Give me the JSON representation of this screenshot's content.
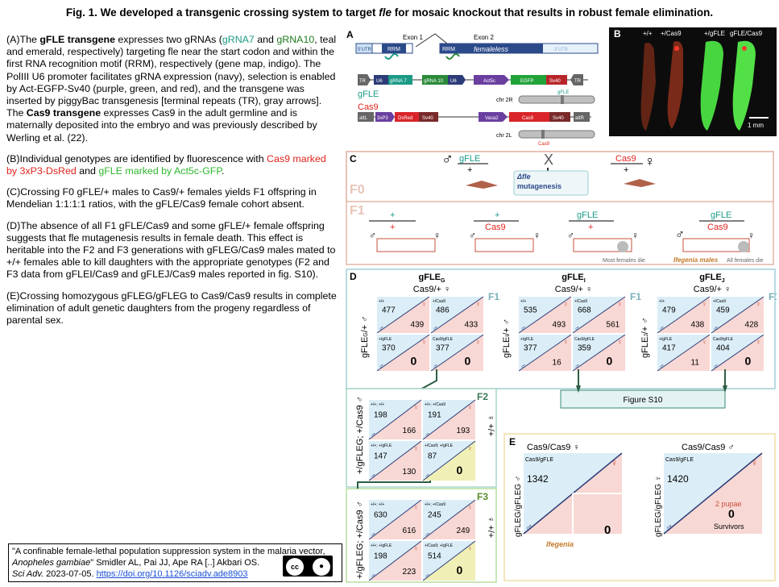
{
  "title": "Fig. 1. We developed a transgenic crossing system to target fle for mosaic knockout that results in robust female elimination.",
  "title_parts": {
    "before": "Fig. 1. We developed a transgenic crossing system to target ",
    "italic": "fle",
    "after": " for mosaic knockout that results in robust female elimination."
  },
  "legend": {
    "A": {
      "tag": "(A)",
      "t1": "The ",
      "b1": "gFLE transgene",
      "t2": " expresses two gRNAs (",
      "g1": "gRNA7",
      "t3": " and ",
      "g2": "gRNA10",
      "t4": ", teal and emerald, respectively) targeting fle near the start codon and within the first RNA recognition motif (RRM), respectively (gene map, indigo). The PolIII U6 promoter facilitates gRNA expression (navy), selection is enabled by Act-EGFP-Sv40 (purple, green, and red), and the transgene was inserted by piggyBac transgenesis [terminal repeats (TR), gray arrows]. The ",
      "b2": "Cas9 transgene",
      "t5": " expresses Cas9 in the adult germline and is maternally deposited into the embryo and was previously described by Werling et al. (22)."
    },
    "B": {
      "tag": "(B)",
      "t1": "Individual genotypes are identified by fluorescence with ",
      "r1": "Cas9 marked by 3xP3-DsRed",
      "t2": " and ",
      "g1": "gFLE marked by Act5c-GFP",
      "t3": "."
    },
    "C": {
      "tag": "(C)",
      "text": "Crossing F0 gFLE/+ males to Cas9/+ females yields F1 offspring in Mendelian 1:1:1:1 ratios, with the gFLE/Cas9 female cohort absent."
    },
    "D": {
      "tag": "(D)",
      "text": "The absence of all F1 gFLE/Cas9 and some gFLE/+ female offspring suggests that fle mutagenesis results in female death. This effect is heritable into the F2 and F3 generations with gFLEG/Cas9 males mated to +/+ females able to kill daughters with the appropriate genotypes (F2 and F3 data from gFLEI/Cas9 and gFLEJ/Cas9 males reported in fig. S10)."
    },
    "E": {
      "tag": "(E)",
      "text": "Crossing homozygous gFLEG/gFLEG to Cas9/Cas9 results in complete elimination of adult genetic daughters from the progeny regardless of parental sex."
    }
  },
  "citation": {
    "q1": "\"A confinable female-lethal population suppression system in the malaria vector, ",
    "q2": "Anopheles gambiae",
    "q3": "\" Smidler AL, Pai JJ, Ape RA [..] Akbari OS.",
    "journal": "Sci Adv.",
    "date": " 2023-07-05. ",
    "doi": "https://doi.org/10.1126/sciadv.ade8903",
    "cc": "cc",
    "by": "BY"
  },
  "panelA": {
    "label": "A",
    "exon1": "Exon 1",
    "exon2": "Exon 2",
    "utr5": "5'UTR",
    "rrm1": "RRM",
    "rrm2": "RRM",
    "gene": "femaleless",
    "utr3": "3'UTR",
    "tr": "TR",
    "u6a": "U6",
    "grna7": "gRNA 7",
    "grna10": "gRNA 10",
    "u6b": "U6",
    "act5c": "Act5c",
    "egfp": "EGFP",
    "sv40a": "Sv40",
    "tr2": "TR",
    "gfle": "gFLE",
    "chr2r": "chr 2R",
    "gfle_small": "gFLE",
    "cas9": "Cas9",
    "attl": "attL",
    "p3x": "3xP3",
    "dsred": "DsRed",
    "sv40b": "Sv40",
    "vasa2": "Vasa2",
    "cas9box": "Cas9",
    "sv40c": "Sv40",
    "attr": "attR",
    "chr2l": "chr 2L",
    "cas9_small": "Cas9"
  },
  "panelB": {
    "label": "B",
    "g1": "+/+",
    "g2": "+/Cas9",
    "g3": "+/gFLE",
    "g4": "gFLE/Cas9",
    "scale": "1 mm"
  },
  "panelC": {
    "label": "C",
    "f0": "F0",
    "f1": "F1",
    "gfle": "gFLE",
    "plus": "+",
    "x": "X",
    "cas9": "Cas9",
    "plus2": "+",
    "dfle": "Δfle",
    "mutagenesis": "mutagenesis",
    "c1_top": "+",
    "c1_bot": "+",
    "c2_top": "+",
    "c2_bot": "Cas9",
    "c3_top": "gFLE",
    "c3_bot": "+",
    "c4_top": "gFLE",
    "c4_bot": "Cas9",
    "most": "Most females die",
    "ifegenia": "Ifegenia males",
    "all": "All females die"
  },
  "panelD": {
    "label": "D",
    "f1": "F1",
    "f2": "F2",
    "f3": "F3",
    "headers": [
      {
        "name": "gFLE",
        "sub": "G",
        "line2": "Cas9/+ ♀",
        "ylabel": "gFLE",
        "ysub": "G",
        "yend": "/+ ♂"
      },
      {
        "name": "gFLE",
        "sub": "I",
        "line2": "Cas9/+ ♀",
        "ylabel": "gFLE",
        "ysub": "I",
        "yend": "/+ ♂"
      },
      {
        "name": "gFLE",
        "sub": "J",
        "line2": "Cas9/+ ♀",
        "ylabel": "gFLE",
        "ysub": "J",
        "yend": "/+ ♂"
      }
    ],
    "f1_grids": [
      {
        "tl": [
          "+/+",
          "477",
          "439"
        ],
        "tr": [
          "+/Cas9",
          "486",
          "433"
        ],
        "bl": [
          "+/gFLE",
          "370",
          "0"
        ],
        "br": [
          "Cas9/gFLE",
          "377",
          "0"
        ]
      },
      {
        "tl": [
          "+/+",
          "535",
          "493"
        ],
        "tr": [
          "+/Cas9",
          "668",
          "561"
        ],
        "bl": [
          "+/gFLE",
          "377",
          "16"
        ],
        "br": [
          "Cas9/gFLE",
          "359",
          "0"
        ]
      },
      {
        "tl": [
          "+/+",
          "479",
          "438"
        ],
        "tr": [
          "+/Cas9",
          "459",
          "428"
        ],
        "bl": [
          "+/gFLE",
          "417",
          "11"
        ],
        "br": [
          "Cas9/gFLE",
          "404",
          "0"
        ]
      }
    ],
    "figure_s10": "Figure S10",
    "f2_ylabel": "+/gFLEG; +/Cas9 ♂",
    "f2_side": "♀ +/+",
    "f2_grid": {
      "tl": [
        "+/+; +/+",
        "198",
        "166"
      ],
      "tr": [
        "+/+; +/Cas9",
        "191",
        "193"
      ],
      "bl": [
        "+/+; +/gFLE",
        "147",
        "130"
      ],
      "br": [
        "+/Cas9; +/gFLE",
        "87",
        "0"
      ]
    },
    "f3_ylabel": "+/gFLEG; +/Cas9 ♂",
    "f3_side": "♀ +/+",
    "f3_grid": {
      "tl": [
        "+/+; +/+",
        "630",
        "616"
      ],
      "tr": [
        "+/+; +/Cas9",
        "245",
        "249"
      ],
      "bl": [
        "+/+; +/gFLE",
        "198",
        "223"
      ],
      "br": [
        "+/Cas9; +/gFLE",
        "514",
        "0"
      ]
    }
  },
  "panelE": {
    "label": "E",
    "h1": "Cas9/Cas9 ♀",
    "h2": "Cas9/Cas9 ♂",
    "y1": "gFLEG/gFLEG ♂",
    "y2": "gFLEG/gFLEG ♀",
    "g1_geno": "Cas9/gFLE",
    "g1_male": "1342",
    "g1_female": "0",
    "g1_note": "Ifegenia",
    "g2_geno": "Cas9/gFLE",
    "g2_male": "1420",
    "g2_pupae": "2 pupae",
    "g2_female": "0",
    "g2_surv": "Survivors"
  },
  "colors": {
    "blue_cell": "#dbeef8",
    "pink_cell": "#f8d8d4",
    "frame_D": "#9fcfd6",
    "frame_C": "#e4b5a6",
    "frame_E": "#f0dda6",
    "frame_F2": "#a8d6c6",
    "frame_F3": "#b9dd9f",
    "gene_blue": "#2b4a8a",
    "gfle_teal": "#1b9a86",
    "cas9_red": "#e0241e",
    "arrow_green": "#2e5e44"
  }
}
